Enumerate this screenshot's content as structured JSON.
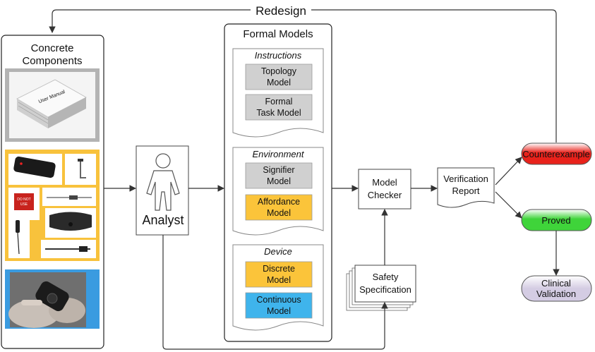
{
  "redesign": "Redesign",
  "concrete": {
    "title_1": "Concrete",
    "title_2": "Components",
    "manual_text": "User Manual",
    "warning_text_1": "DO NOT",
    "warning_text_2": "USE"
  },
  "analyst": {
    "label": "Analyst"
  },
  "formal_models": {
    "title": "Formal Models",
    "instructions": {
      "title": "Instructions",
      "topology": [
        "Topology",
        "Model"
      ],
      "task": [
        "Formal",
        "Task Model"
      ]
    },
    "environment": {
      "title": "Environment",
      "signifier": [
        "Signifier",
        "Model"
      ],
      "affordance": [
        "Affordance",
        "Model"
      ]
    },
    "device": {
      "title": "Device",
      "discrete": [
        "Discrete",
        "Model"
      ],
      "continuous": [
        "Continuous",
        "Model"
      ]
    }
  },
  "model_checker": [
    "Model",
    "Checker"
  ],
  "safety": [
    "Safety",
    "Specification"
  ],
  "report": [
    "Verification",
    "Report"
  ],
  "counterexample": "Counterexample",
  "proved": "Proved",
  "clinical": [
    "Clinical",
    "Validation"
  ],
  "colors": {
    "gray_model": "#d0d0d0",
    "yellow_model": "#fbc43a",
    "blue_model": "#3fb4ec",
    "counterexample": "#e8221b",
    "proved": "#3fd43a",
    "clinical": "#d4cce3",
    "photo_panel": "#f8c23c",
    "hand_panel": "#3a9be0"
  }
}
